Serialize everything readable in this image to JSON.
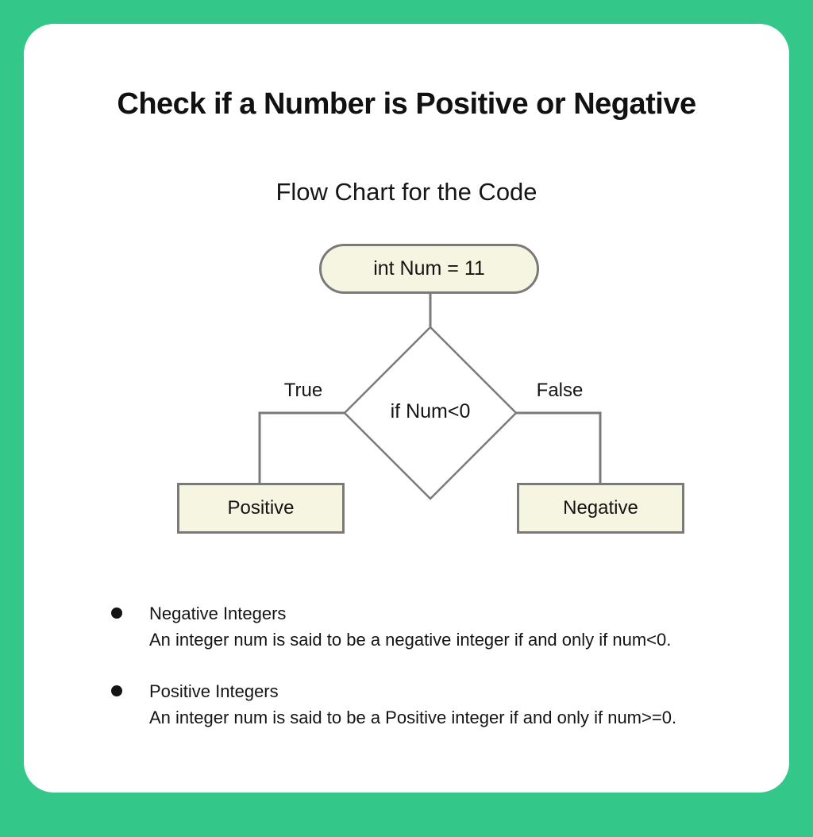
{
  "page": {
    "title": "Check if a Number is Positive or Negative",
    "subtitle": "Flow Chart for the Code"
  },
  "flowchart": {
    "start_node": "int Num = 11",
    "decision_node": "if Num<0",
    "true_label": "True",
    "false_label": "False",
    "true_result": "Positive",
    "false_result": "Negative"
  },
  "notes": [
    {
      "heading": "Negative Integers",
      "body": "An integer num is said to be a negative integer if and only if num<0."
    },
    {
      "heading": "Positive Integers",
      "body": "An integer num is said to be a Positive integer if and only if num>=0."
    }
  ],
  "colors": {
    "background-green": "#34c78a",
    "card": "#ffffff",
    "node-fill": "#f6f5e1",
    "node-border": "#7a7a7a",
    "text": "#1c1c1c"
  }
}
